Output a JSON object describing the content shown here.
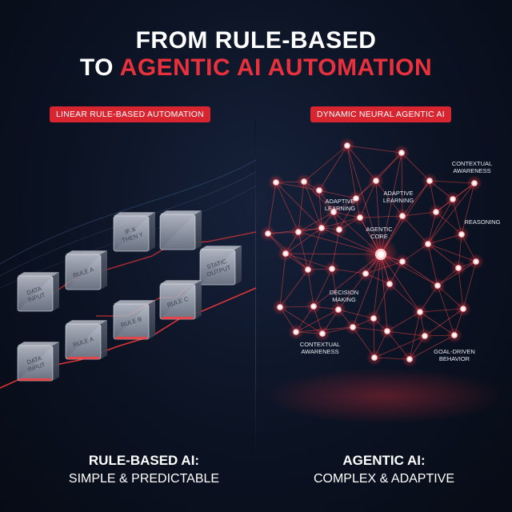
{
  "title": {
    "line1": "FROM RULE-BASED",
    "line2_prefix": "TO ",
    "line2_accent": "AGENTIC AI AUTOMATION"
  },
  "colors": {
    "accent": "#e8313c",
    "background": "#0b1222",
    "node": "#ff4a4a",
    "line": "#d9252f"
  },
  "left_panel": {
    "label": "LINEAR RULE-BASED AUTOMATION",
    "blocks": [
      {
        "text": "DATA INPUT"
      },
      {
        "text": "RULE A"
      },
      {
        "text": "IF X THEN Y"
      },
      {
        "text": ""
      },
      {
        "text": "STATIC OUTPUT"
      },
      {
        "text": "RULE C"
      },
      {
        "text": "RULE B"
      },
      {
        "text": "RULE A"
      },
      {
        "text": "DATA INPUT"
      }
    ],
    "bottom_heading": "RULE-BASED AI:",
    "bottom_sub": "SIMPLE & PREDICTABLE"
  },
  "right_panel": {
    "label": "DYNAMIC NEURAL AGENTIC AI",
    "node_labels": [
      "CONTEXTUAL AWARENESS",
      "ADAPTIVE LEARNING",
      "ADAPTIVE LEARNING",
      "REASONING",
      "AGENTIC CORE",
      "DECISION MAKING",
      "CONTEXTUAL AWARENESS",
      "GOAL-DRIVEN BEHAVIOR"
    ],
    "bottom_heading": "AGENTIC AI:",
    "bottom_sub": "COMPLEX & ADAPTIVE"
  }
}
